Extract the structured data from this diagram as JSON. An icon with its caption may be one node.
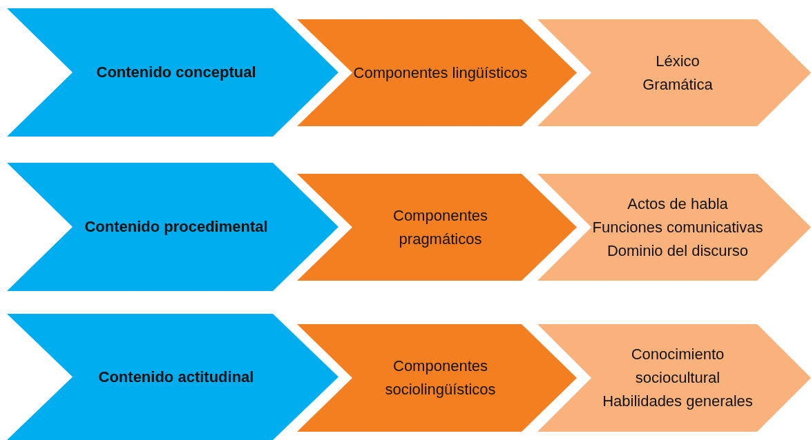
{
  "diagram": {
    "nodes": [
      {
        "text": [
          "Contenido conceptual"
        ]
      },
      {
        "text": [
          "Componentes lingüísticos"
        ]
      },
      {
        "text": [
          "Léxico",
          "Gramática"
        ]
      },
      {
        "text": [
          "Contenido procedimental"
        ]
      },
      {
        "text": [
          "Componentes pragmáticos"
        ]
      },
      {
        "text": [
          "Actos de habla",
          "Funciones comunicativas",
          "Dominio del discurso"
        ]
      },
      {
        "text": [
          "Contenido actitudinal"
        ]
      },
      {
        "text": [
          "Componentes sociolingüísticos"
        ]
      },
      {
        "text": [
          "Conocimiento sociocultural",
          "Habilidades generales"
        ]
      }
    ]
  }
}
